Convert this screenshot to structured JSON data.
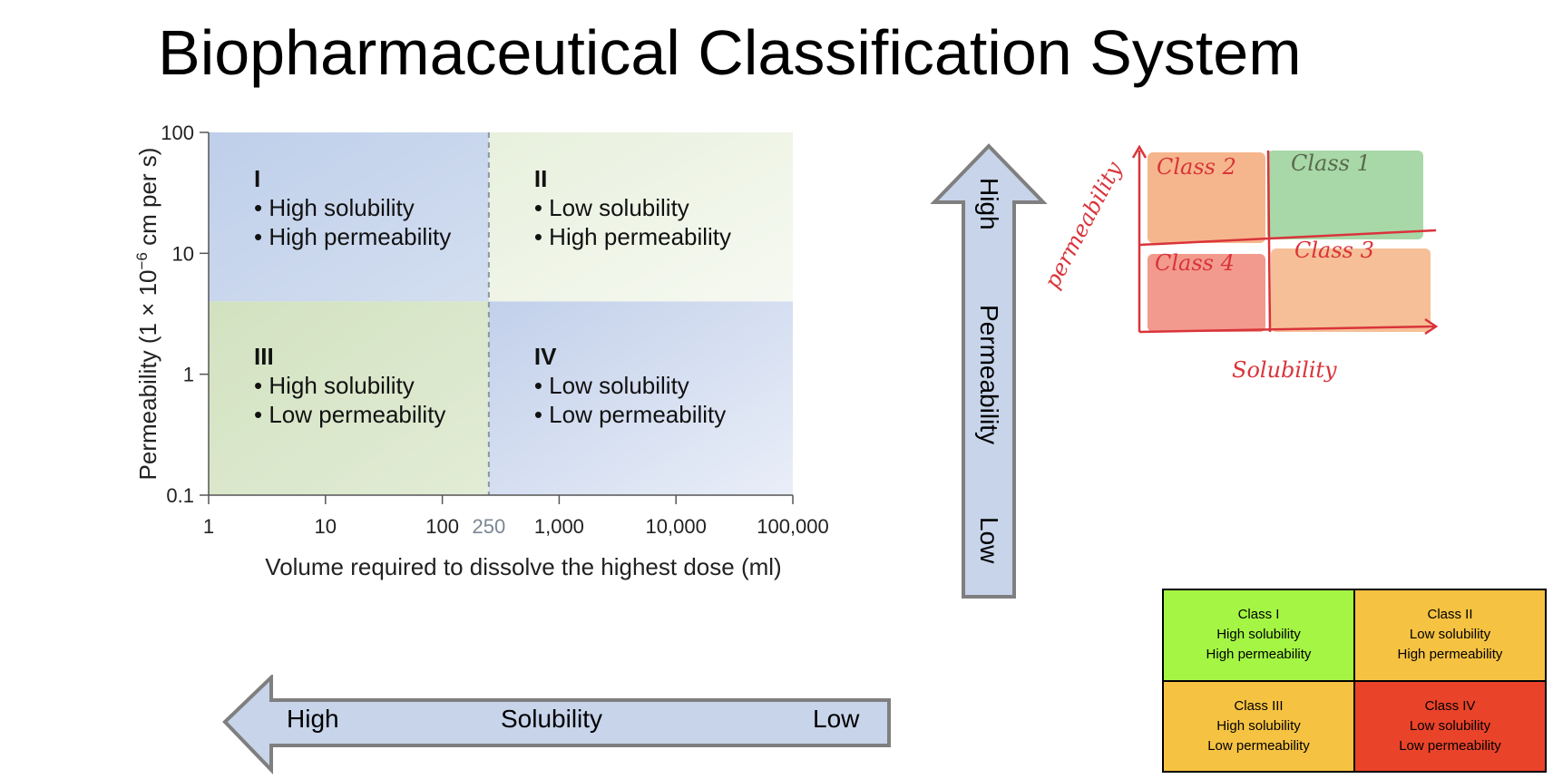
{
  "title": "Biopharmaceutical Classification System",
  "chart": {
    "y_axis_label": "Permeability (1 × 10",
    "y_axis_label_exp": "−6",
    "y_axis_label_end": " cm per s)",
    "x_axis_label": "Volume required to dissolve the highest dose (ml)",
    "y_ticks": [
      "100",
      "10",
      "1",
      "0.1"
    ],
    "x_ticks": [
      "1",
      "10",
      "100",
      "250",
      "1,000",
      "10,000",
      "100,000"
    ],
    "quadrants": [
      {
        "roman": "I",
        "line1": "• High solubility",
        "line2": "• High permeability"
      },
      {
        "roman": "II",
        "line1": "• Low solubility",
        "line2": "• High permeability"
      },
      {
        "roman": "III",
        "line1": "• High solubility",
        "line2": "• Low permeability"
      },
      {
        "roman": "IV",
        "line1": "• Low solubility",
        "line2": "• Low permeability"
      }
    ]
  },
  "chart_data": {
    "type": "other",
    "x_scale": "log",
    "y_scale": "log",
    "xlim": [
      1,
      100000
    ],
    "ylim": [
      0.1,
      100
    ],
    "x_divider": 250,
    "y_divider": 4,
    "colors": {
      "blue": "#c4d3ec",
      "green": "#d7e5c6",
      "light_green": "#edf3e4"
    }
  },
  "permeability_arrow": {
    "top_label": "High",
    "middle_label": "Permeability",
    "bottom_label": "Low",
    "fill": "#c7d4ea",
    "stroke": "#7f7f7f"
  },
  "solubility_arrow": {
    "left_label": "High",
    "middle_label": "Solubility",
    "right_label": "Low",
    "fill": "#c7d4ea",
    "stroke": "#7f7f7f"
  },
  "sketch": {
    "y_label": "permeability",
    "x_label": "Solubility",
    "cells": [
      {
        "label": "Class 2",
        "color": "#f6b68d"
      },
      {
        "label": "Class 1",
        "color": "#a8d8a8"
      },
      {
        "label": "Class 4",
        "color": "#f29a8e"
      },
      {
        "label": "Class 3",
        "color": "#f6bf97"
      }
    ],
    "ink": "#d9343a"
  },
  "table": {
    "rows": [
      [
        {
          "lines": [
            "Class I",
            "High solubility",
            "High permeability"
          ],
          "color": "#a4f544"
        },
        {
          "lines": [
            "Class II",
            "Low solubility",
            "High permeability"
          ],
          "color": "#f5c242"
        }
      ],
      [
        {
          "lines": [
            "Class III",
            "High solubility",
            "Low permeability"
          ],
          "color": "#f5c242"
        },
        {
          "lines": [
            "Class IV",
            "Low solubility",
            "Low permeability"
          ],
          "color": "#e9432a"
        }
      ]
    ]
  }
}
